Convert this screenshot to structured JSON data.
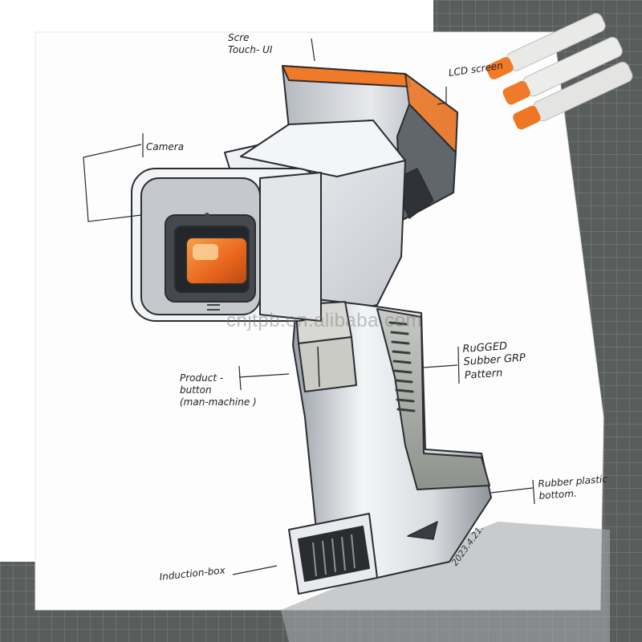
{
  "annotations": {
    "touch_ui": [
      "Scre",
      "Touch- UI"
    ],
    "lcd_screen": "LCD screen",
    "camera": "Camera",
    "rugged": [
      "RuGGED",
      "Subber GRP",
      "Pattern"
    ],
    "product_button": [
      "Product -",
      "button",
      "(man-machine )"
    ],
    "rubber_plastic": [
      "Rubber plastic",
      "bottom."
    ],
    "induction_box": "Induction-box"
  },
  "watermark": "cnjtpb.en.alibaba.com",
  "signature": "2023.4.21.",
  "colors": {
    "accent_orange": "#ee7a25",
    "body_light": "#eef0f3",
    "body_mid": "#b7bcc3",
    "body_dark": "#55595f",
    "cutting_mat": "#5b5f5d",
    "marker_cap": "#f07a28"
  }
}
